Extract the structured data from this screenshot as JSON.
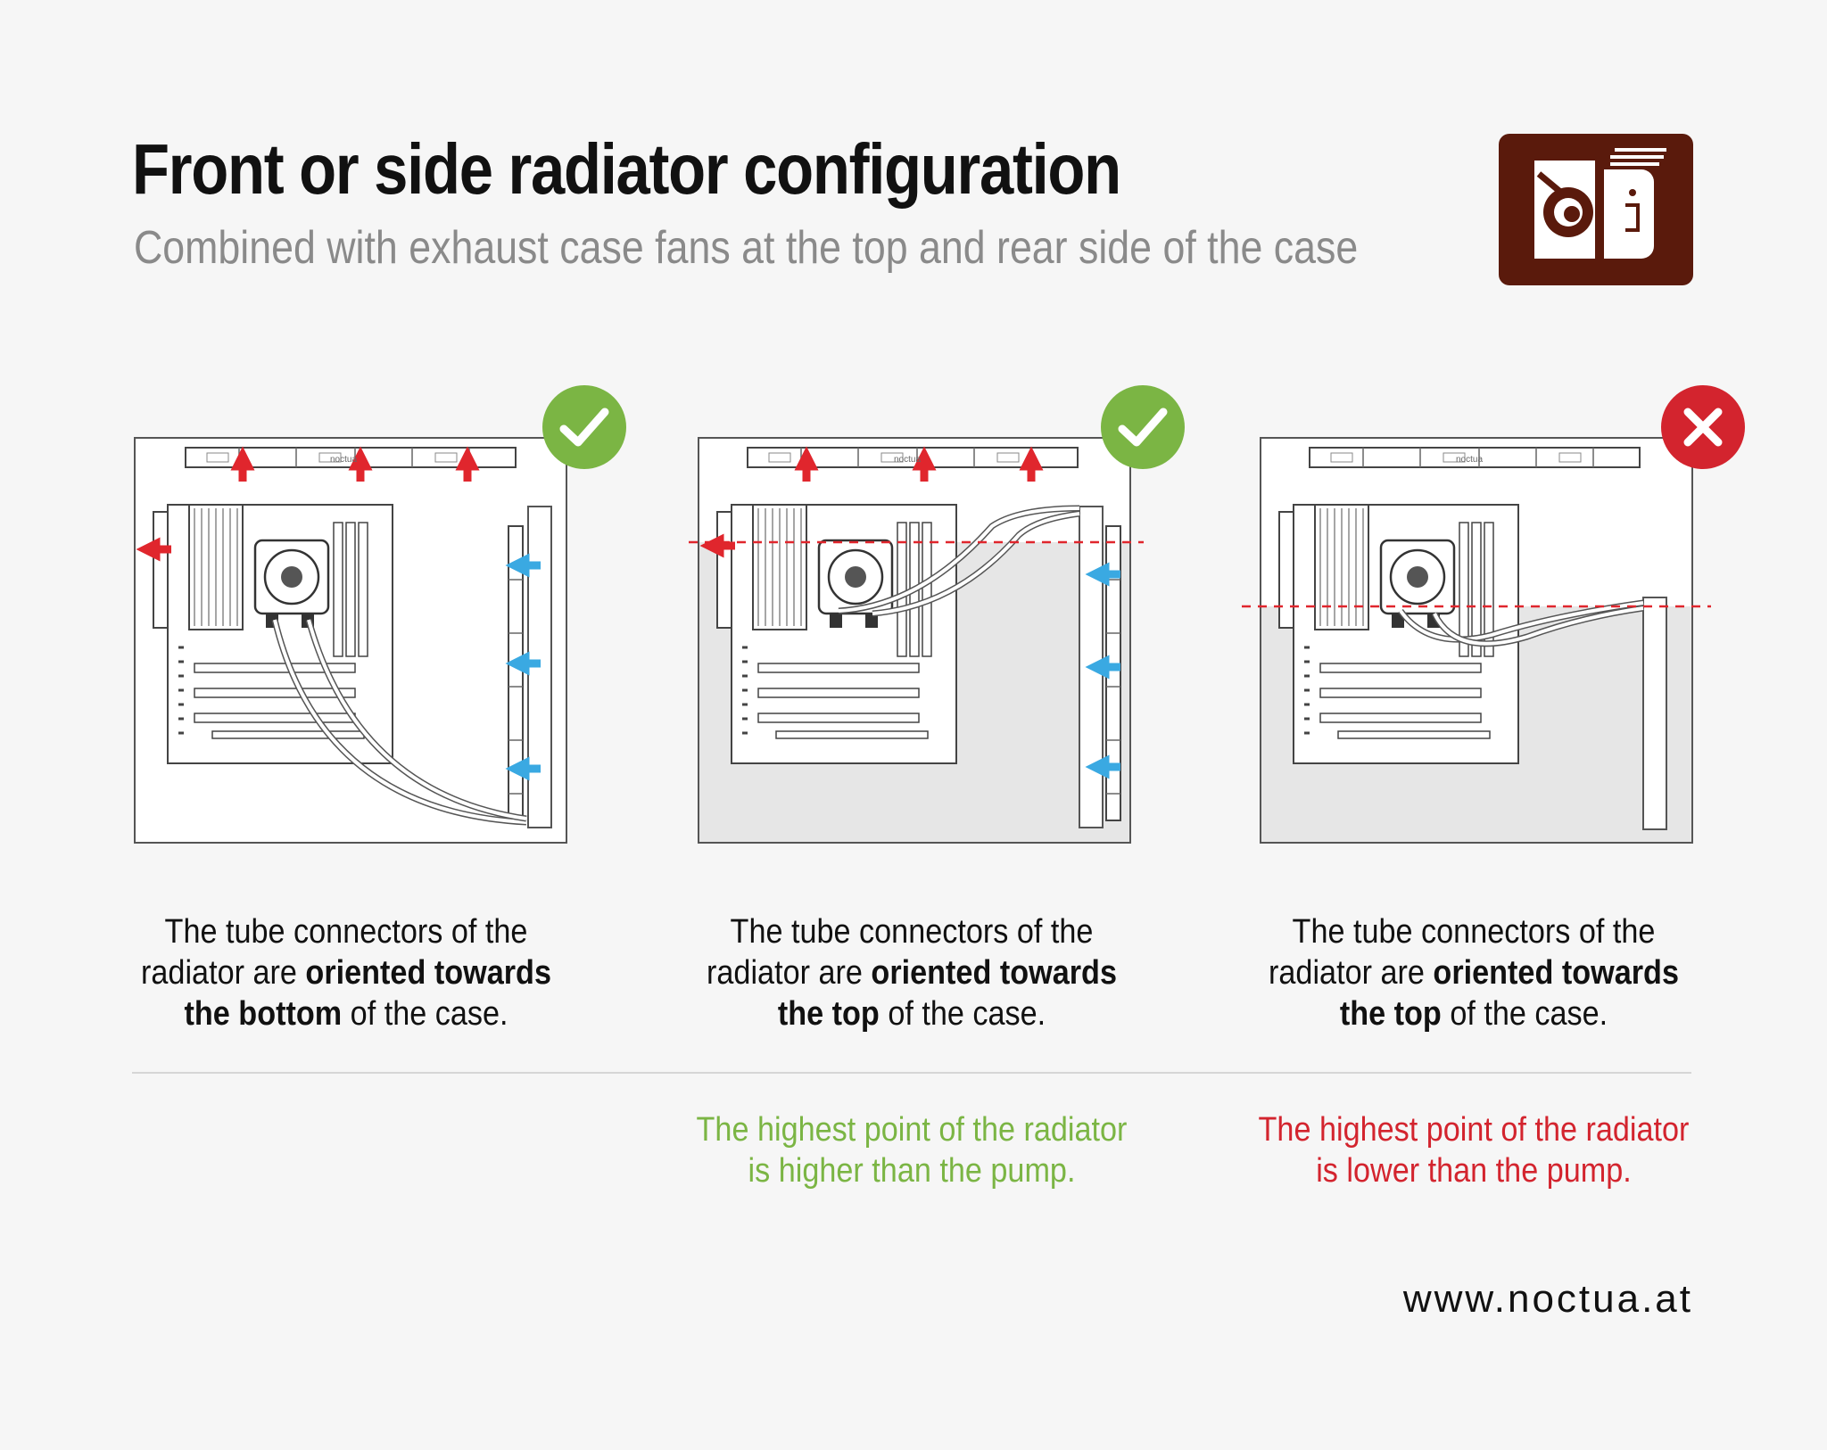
{
  "header": {
    "title": "Front or side radiator configuration",
    "subtitle": "Combined with exhaust case fans at the top and rear side of the case"
  },
  "logo": {
    "name": "noctua-logo-icon"
  },
  "colors": {
    "good": "#7bb544",
    "bad": "#d3242e",
    "exhaust_arrow": "#e0262d",
    "intake_arrow": "#3aa9e2",
    "logo_bg": "#5a1a0c",
    "title_text": "#111111",
    "subtitle_text": "#8a8a8a"
  },
  "panels": [
    {
      "status": "correct",
      "status_icon": "checkmark-icon",
      "caption": {
        "part1": "The tube connectors of the radiator are ",
        "bold1": "oriented towards the bottom",
        "part2": " of the case."
      },
      "note": ""
    },
    {
      "status": "correct",
      "status_icon": "checkmark-icon",
      "caption": {
        "part1": "The tube connectors of the radiator are ",
        "bold1": "oriented towards the top",
        "part2": " of the case."
      },
      "note": "The highest point of the radiator is higher than the pump."
    },
    {
      "status": "incorrect",
      "status_icon": "cross-icon",
      "caption": {
        "part1": "The tube connectors of the radiator are ",
        "bold1": "oriented towards the top",
        "part2": " of the case."
      },
      "note": "The highest point of the radiator is lower than the pump."
    }
  ],
  "fan_brand": "noctua",
  "footer": {
    "url": "www.noctua.at"
  }
}
